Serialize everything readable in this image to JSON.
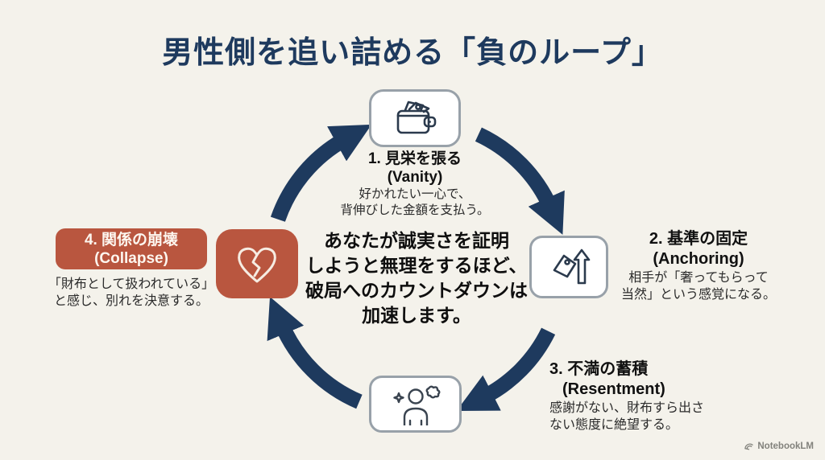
{
  "title": "男性側を追い詰める「負のループ」",
  "center_message": {
    "lines": [
      "あなたが誠実さを証明",
      "しようと無理をするほど、",
      "破局へのカウントダウンは",
      "加速します。"
    ]
  },
  "stages": [
    {
      "heading": "1. 見栄を張る",
      "subheading": "(Vanity)",
      "desc_lines": [
        "好かれたい一心で、",
        "背伸びした金額を支払う。"
      ],
      "icon": "wallet-icon"
    },
    {
      "heading": "2. 基準の固定",
      "subheading": "(Anchoring)",
      "desc_lines": [
        "相手が「奢ってもらって",
        "当然」という感覚になる。"
      ],
      "icon": "price-tag-up-icon"
    },
    {
      "heading": "3. 不満の蓄積",
      "subheading": "(Resentment)",
      "desc_lines": [
        "感謝がない、財布すら出さ",
        "ない態度に絶望する。"
      ],
      "icon": "angry-person-icon"
    },
    {
      "heading": "4. 関係の崩壊",
      "subheading": "(Collapse)",
      "desc_lines": [
        "「財布として扱われている」",
        "と感じ、別れを決意する。"
      ],
      "icon": "broken-heart-icon"
    }
  ],
  "footer": {
    "brand": "NotebookLM"
  },
  "colors": {
    "background": "#f4f2eb",
    "navy": "#1e3a5e",
    "accent_red": "#b9563f",
    "icon_box_border": "#98a1a9",
    "text_dark": "#1c1c1c",
    "footer_gray": "#82827c"
  }
}
